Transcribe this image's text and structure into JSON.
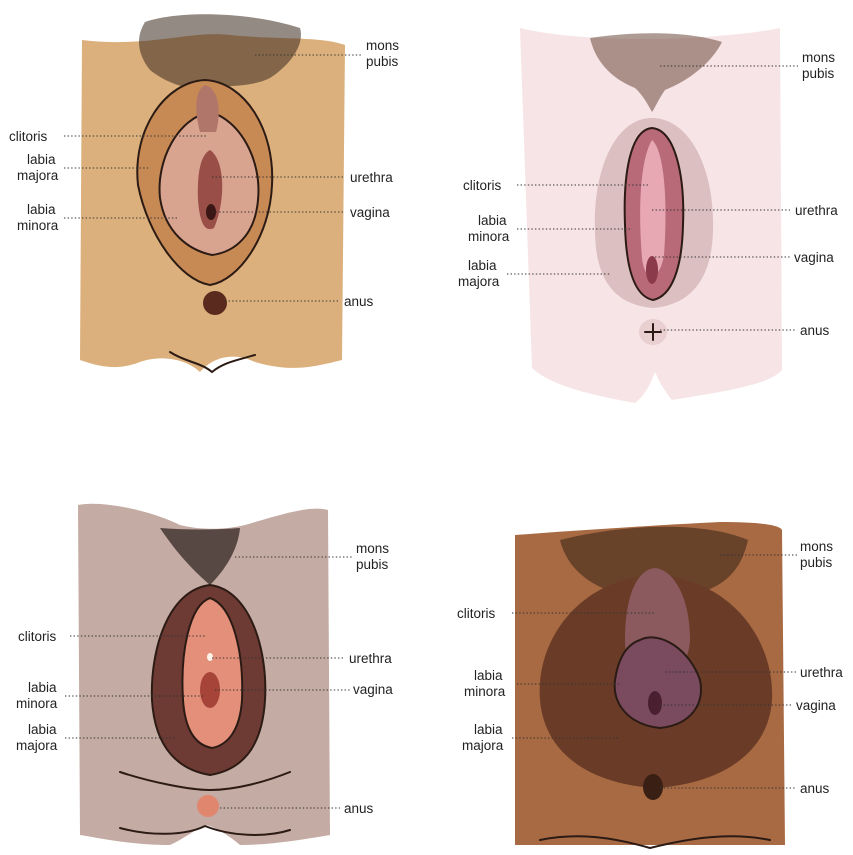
{
  "diagrams": [
    {
      "skin": "#dcb07c",
      "outer": "#c88a55",
      "inner": "#d8a38f",
      "hair": "#3a2a1f",
      "labels": {
        "mons": [
          "mons",
          "pubis"
        ],
        "clitoris": "clitoris",
        "labia_majora": [
          "labia",
          "majora"
        ],
        "labia_minora": [
          "labia",
          "minora"
        ],
        "urethra": "urethra",
        "vagina": "vagina",
        "anus": "anus"
      }
    },
    {
      "skin": "#f7e4e6",
      "outer": "#dcbfc0",
      "inner": "#b86a78",
      "hair": "#6b4a3d",
      "labels": {
        "mons": [
          "mons",
          "pubis"
        ],
        "clitoris": "clitoris",
        "labia_minora": [
          "labia",
          "minora"
        ],
        "labia_majora": [
          "labia",
          "majora"
        ],
        "urethra": "urethra",
        "vagina": "vagina",
        "anus": "anus"
      }
    },
    {
      "skin": "#c4aba3",
      "outer": "#6e3b34",
      "inner": "#e48f7a",
      "hair": "#2a1e1a",
      "labels": {
        "mons": [
          "mons",
          "pubis"
        ],
        "clitoris": "clitoris",
        "labia_minora": [
          "labia",
          "minora"
        ],
        "labia_majora": [
          "labia",
          "majora"
        ],
        "urethra": "urethra",
        "vagina": "vagina",
        "anus": "anus"
      }
    },
    {
      "skin": "#a86a43",
      "outer": "#6a3c27",
      "inner": "#7a4a5e",
      "hair": "#2a1a12",
      "labels": {
        "mons": [
          "mons",
          "pubis"
        ],
        "clitoris": "clitoris",
        "labia_minora": [
          "labia",
          "minora"
        ],
        "labia_majora": [
          "labia",
          "majora"
        ],
        "urethra": "urethra",
        "vagina": "vagina",
        "anus": "anus"
      }
    }
  ]
}
